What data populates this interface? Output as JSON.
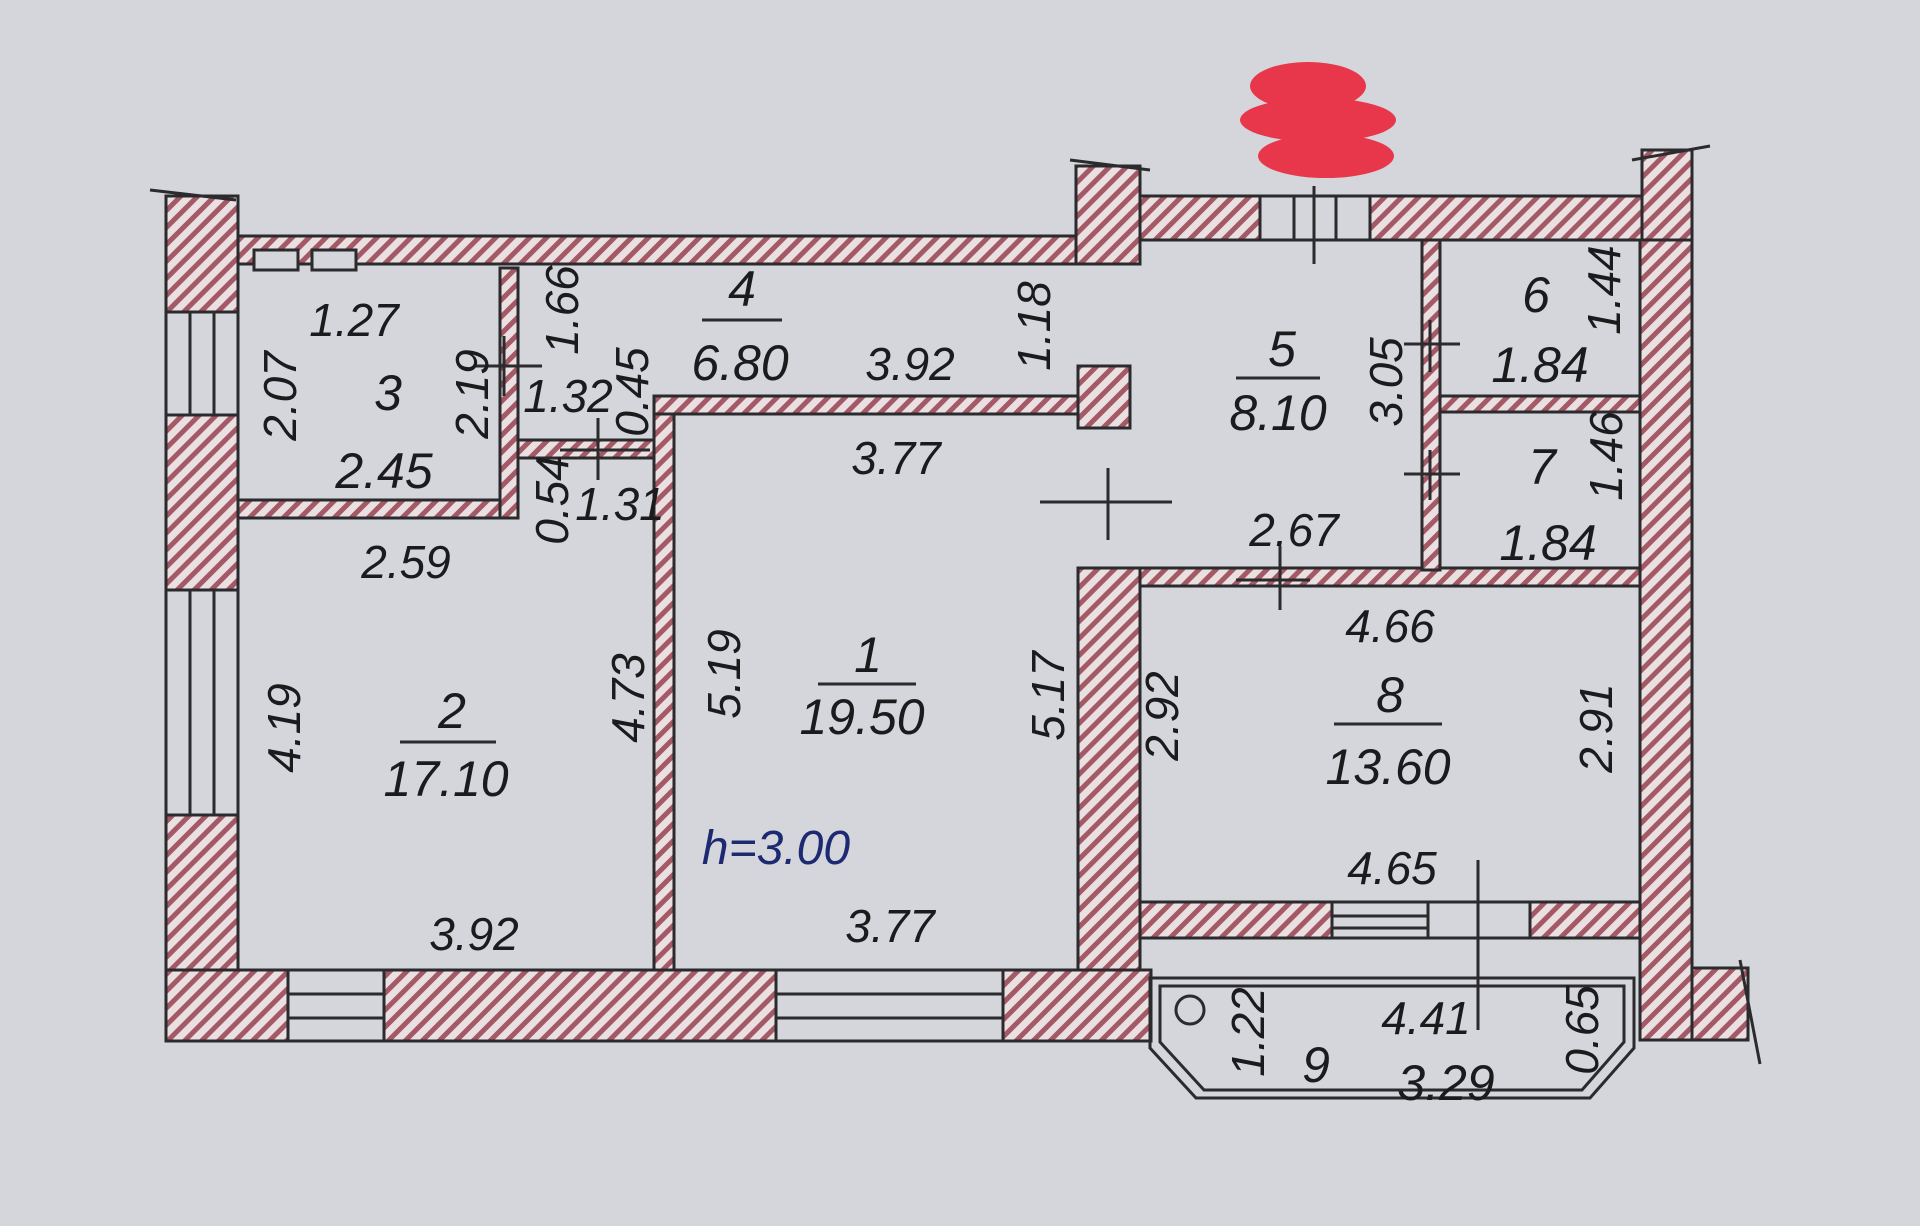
{
  "ceiling_height": "h=3.00",
  "colors": {
    "background": "#d4d6db",
    "wall_hatch": "#a35a66",
    "line": "#2b2b2e",
    "ceiling_text": "#1d2a72",
    "redaction": "#e8364a"
  },
  "rooms": [
    {
      "number": "1",
      "area": "19.50"
    },
    {
      "number": "2",
      "area": "17.10"
    },
    {
      "number": "3",
      "area": "2.45"
    },
    {
      "number": "4",
      "area": "6.80"
    },
    {
      "number": "5",
      "area": "8.10"
    },
    {
      "number": "6",
      "area": "1.84"
    },
    {
      "number": "7",
      "area": "1.84"
    },
    {
      "number": "8",
      "area": "13.60"
    },
    {
      "number": "9",
      "area": "3.29"
    }
  ],
  "dimensions": {
    "r3_top": "1.27",
    "r3_left": "2.07",
    "r3_right": "2.19",
    "r4_vert": "1.66",
    "r4_a": "1.32",
    "r4_b": "0.45",
    "r4_c": "0.54",
    "r4_d": "1.31",
    "r4_len": "3.92",
    "r4_e": "1.18",
    "r2_top": "2.59",
    "r2_left": "4.19",
    "r2_right": "4.73",
    "r2_bottom": "3.92",
    "r1_top": "3.77",
    "r1_left": "5.19",
    "r1_right": "5.17",
    "r1_bottom": "3.77",
    "r5_bottom": "2.67",
    "r5_right": "3.05",
    "r6_side": "1.44",
    "r7_side": "1.46",
    "r8_top": "4.66",
    "r8_left": "2.92",
    "r8_right": "2.91",
    "r8_bottom": "4.65",
    "r9_left": "1.22",
    "r9_top": "4.41",
    "r9_right": "0.65"
  }
}
